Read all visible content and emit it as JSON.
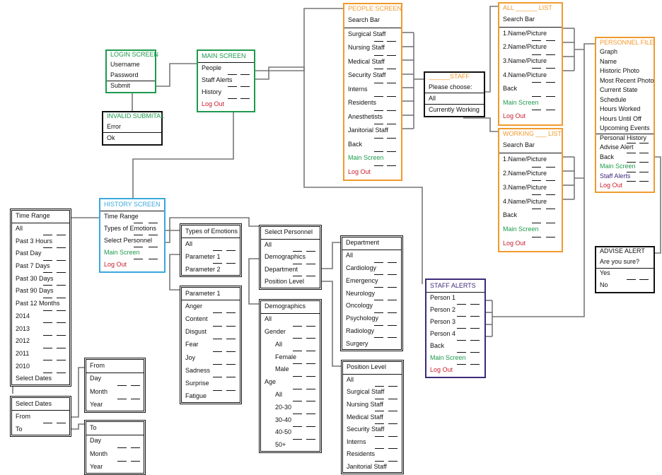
{
  "colors": {
    "green": "#1e9a4d",
    "orange": "#f09a2e",
    "blue": "#3aa8dd",
    "purple": "#3e2a7a",
    "red": "#c8202f",
    "black": "#111111",
    "connector": "#777777"
  },
  "boxes": [
    {
      "id": "login-screen",
      "style": "green",
      "items": [
        {
          "text": "LOGIN SCREEN",
          "role": "title",
          "color": "green"
        },
        {
          "text": "Username"
        },
        {
          "text": "Password",
          "sep": true
        },
        {
          "text": "Submit"
        }
      ]
    },
    {
      "id": "invalid-submital",
      "style": "black",
      "items": [
        {
          "text": "INVALID SUBMITAL",
          "role": "title",
          "color": "green"
        },
        {
          "text": "Error",
          "sep": true
        },
        {
          "text": "Ok"
        }
      ]
    },
    {
      "id": "main-screen",
      "style": "green",
      "items": [
        {
          "text": "MAIN SCREEN",
          "role": "title",
          "color": "green",
          "sep": true
        },
        {
          "text": "People",
          "dashes": 2
        },
        {
          "text": "Staff Alerts",
          "dashes": 2
        },
        {
          "text": "History",
          "dashes": 2
        },
        {
          "text": "Log Out",
          "color": "red"
        }
      ]
    },
    {
      "id": "people-screen",
      "style": "orange",
      "items": [
        {
          "text": "PEOPLE SCREEN",
          "role": "title",
          "color": "orange"
        },
        {
          "text": "Search Bar",
          "sep": true
        },
        {
          "text": "Surgical Staff",
          "dashes": 2
        },
        {
          "text": "Nursing Staff",
          "dashes": 2
        },
        {
          "text": "Medical Staff",
          "dashes": 2
        },
        {
          "text": "Security Staff",
          "dashes": 2
        },
        {
          "text": "Interns",
          "dashes": 2
        },
        {
          "text": "Residents",
          "dashes": 2
        },
        {
          "text": "Anesthetists",
          "dashes": 2
        },
        {
          "text": "Janitorial Staff",
          "dashes": 2
        },
        {
          "text": "Back",
          "dashes": 2
        },
        {
          "text": "Main Screen",
          "color": "green",
          "dashes": 2
        },
        {
          "text": "Log Out",
          "color": "red"
        }
      ]
    },
    {
      "id": "staff-choose",
      "style": "black",
      "items": [
        {
          "text": "______STAFF",
          "role": "title",
          "color": "orange"
        },
        {
          "text": "Please choose:",
          "sep": true
        },
        {
          "text": "All",
          "sep": true
        },
        {
          "text": "Currently Working"
        }
      ]
    },
    {
      "id": "all-list",
      "style": "orange",
      "items": [
        {
          "text": "ALL ______ LIST",
          "role": "title",
          "color": "orange"
        },
        {
          "text": "Search Bar",
          "sep": true
        },
        {
          "text": "1.Name/Picture",
          "dashes": 2
        },
        {
          "text": "2.Name/Picture",
          "dashes": 2
        },
        {
          "text": "3.Name/Picture",
          "dashes": 2
        },
        {
          "text": "4.Name/Picture",
          "dashes": 2
        },
        {
          "text": "Back",
          "dashes": 2
        },
        {
          "text": "Main Screen",
          "color": "green",
          "dashes": 2
        },
        {
          "text": "Log Out",
          "color": "red"
        }
      ]
    },
    {
      "id": "working-list",
      "style": "orange",
      "items": [
        {
          "text": "WORKING ___ LIST",
          "role": "title",
          "color": "orange"
        },
        {
          "text": "Search Bar",
          "sep": true
        },
        {
          "text": "1.Name/Picture",
          "dashes": 2
        },
        {
          "text": "2.Name/Picture",
          "dashes": 2
        },
        {
          "text": "3.Name/Picture",
          "dashes": 2
        },
        {
          "text": "4.Name/Picture",
          "dashes": 2
        },
        {
          "text": "Back",
          "dashes": 2
        },
        {
          "text": "Main Screen",
          "color": "green",
          "dashes": 2
        },
        {
          "text": "Log Out",
          "color": "red"
        }
      ]
    },
    {
      "id": "personnel-file",
      "style": "orange",
      "items": [
        {
          "text": "PERSONNEL FILE",
          "role": "title",
          "color": "orange"
        },
        {
          "text": "Graph"
        },
        {
          "text": "Name"
        },
        {
          "text": "Historic Photo"
        },
        {
          "text": "Most Recent Photo"
        },
        {
          "text": "Current State"
        },
        {
          "text": "Schedule"
        },
        {
          "text": "Hours Worked"
        },
        {
          "text": "Hours Until Off"
        },
        {
          "text": "Upcoming Events",
          "sep": true
        },
        {
          "text": "Personal History",
          "dashes": 2
        },
        {
          "text": "Advise Alert",
          "dashes": 2
        },
        {
          "text": "Back",
          "dashes": 2
        },
        {
          "text": "Main Screen",
          "color": "green",
          "dashes": 2
        },
        {
          "text": "Staff Alerts",
          "color": "purple",
          "dashes": 2
        },
        {
          "text": "Log Out",
          "color": "red"
        }
      ]
    },
    {
      "id": "advise-alert",
      "style": "black",
      "items": [
        {
          "text": "ADVISE ALERT",
          "role": "title"
        },
        {
          "text": "Are you sure?",
          "sep": true
        },
        {
          "text": "Yes",
          "dashes": 2
        },
        {
          "text": "No"
        }
      ]
    },
    {
      "id": "staff-alerts",
      "style": "purple",
      "items": [
        {
          "text": "STAFF ALERTS",
          "role": "title",
          "color": "purple",
          "sep": true
        },
        {
          "text": "Person 1",
          "dashes": 2
        },
        {
          "text": "Person 2",
          "dashes": 2
        },
        {
          "text": "Person 3",
          "dashes": 2
        },
        {
          "text": "Person 4",
          "dashes": 2
        },
        {
          "text": "Back",
          "dashes": 2
        },
        {
          "text": "Main Screen",
          "color": "green",
          "dashes": 2
        },
        {
          "text": "Log Out",
          "color": "red"
        }
      ]
    },
    {
      "id": "history-screen",
      "style": "blue",
      "items": [
        {
          "text": "HISTORY SCREEN",
          "role": "title",
          "color": "blue",
          "sep": true
        },
        {
          "text": "Time Range",
          "dashes": 2
        },
        {
          "text": "Types of Emotions",
          "dashes": 2
        },
        {
          "text": "Select Personnel",
          "dashes": 2
        },
        {
          "text": "Main Screen",
          "color": "green",
          "dashes": 2
        },
        {
          "text": "Log Out",
          "color": "red"
        }
      ]
    },
    {
      "id": "time-range",
      "style": "double",
      "items": [
        {
          "text": "Time Range",
          "sep": true
        },
        {
          "text": "All",
          "dashes": 2
        },
        {
          "text": "Past 3 Hours",
          "dashes": 2
        },
        {
          "text": "Past Day",
          "dashes": 2
        },
        {
          "text": "Past 7 Days",
          "dashes": 2
        },
        {
          "text": "Past 30 Days",
          "dashes": 2
        },
        {
          "text": "Past 90 Days",
          "dashes": 2
        },
        {
          "text": "Past 12 Months",
          "dashes": 2
        },
        {
          "text": "2014",
          "dashes": 2
        },
        {
          "text": "2013",
          "dashes": 2
        },
        {
          "text": "2012",
          "dashes": 2
        },
        {
          "text": "2011",
          "dashes": 2
        },
        {
          "text": "2010",
          "dashes": 2
        },
        {
          "text": "Select Dates"
        }
      ]
    },
    {
      "id": "select-dates",
      "style": "double",
      "items": [
        {
          "text": "Select Dates",
          "sep": true
        },
        {
          "text": "From",
          "dashes": 2
        },
        {
          "text": "To"
        }
      ]
    },
    {
      "id": "from-box",
      "style": "double",
      "items": [
        {
          "text": "From",
          "sep": true
        },
        {
          "text": "Day",
          "dashes": 2
        },
        {
          "text": "Month",
          "dashes": 2
        },
        {
          "text": "Year"
        }
      ]
    },
    {
      "id": "to-box",
      "style": "double",
      "items": [
        {
          "text": "To",
          "sep": true
        },
        {
          "text": "Day",
          "dashes": 2
        },
        {
          "text": "Month",
          "dashes": 2
        },
        {
          "text": "Year"
        }
      ]
    },
    {
      "id": "types-of-emotions",
      "style": "double",
      "items": [
        {
          "text": "Types of Emotions",
          "sep": true
        },
        {
          "text": "All",
          "dashes": 2
        },
        {
          "text": "Parameter 1",
          "dashes": 2
        },
        {
          "text": "Parameter 2"
        }
      ]
    },
    {
      "id": "parameter-1",
      "style": "double",
      "items": [
        {
          "text": "Parameter 1",
          "sep": true
        },
        {
          "text": "Anger",
          "dashes": 2
        },
        {
          "text": "Content",
          "dashes": 2
        },
        {
          "text": "Disgust",
          "dashes": 2
        },
        {
          "text": "Fear",
          "dashes": 2
        },
        {
          "text": "Joy",
          "dashes": 2
        },
        {
          "text": "Sadness",
          "dashes": 2
        },
        {
          "text": "Surprise",
          "dashes": 2
        },
        {
          "text": "Fatigue"
        }
      ]
    },
    {
      "id": "select-personnel",
      "style": "double",
      "items": [
        {
          "text": "Select Personnel",
          "sep": true
        },
        {
          "text": "All",
          "dashes": 2
        },
        {
          "text": "Demographics",
          "dashes": 2
        },
        {
          "text": "Department",
          "dashes": 2
        },
        {
          "text": "Position Level"
        }
      ]
    },
    {
      "id": "demographics",
      "style": "double",
      "items": [
        {
          "text": "Demographics",
          "sep": true
        },
        {
          "text": "All",
          "dashes": 2
        },
        {
          "text": "Gender",
          "dashes": 2
        },
        {
          "text": "All",
          "indent": true,
          "dashes": 2
        },
        {
          "text": "Female",
          "indent": true,
          "dashes": 2
        },
        {
          "text": "Male",
          "indent": true,
          "dashes": 2
        },
        {
          "text": "Age",
          "dashes": 2
        },
        {
          "text": "All",
          "indent": true,
          "dashes": 2
        },
        {
          "text": "20-30",
          "indent": true,
          "dashes": 2
        },
        {
          "text": "30-40",
          "indent": true,
          "dashes": 2
        },
        {
          "text": "40-50",
          "indent": true,
          "dashes": 2
        },
        {
          "text": "50+",
          "indent": true
        }
      ]
    },
    {
      "id": "department",
      "style": "double",
      "items": [
        {
          "text": "Department",
          "sep": true
        },
        {
          "text": "All",
          "dashes": 2
        },
        {
          "text": "Cardiology",
          "dashes": 2
        },
        {
          "text": "Emergency",
          "dashes": 2
        },
        {
          "text": "Neurology",
          "dashes": 2
        },
        {
          "text": "Oncology",
          "dashes": 2
        },
        {
          "text": "Psychology",
          "dashes": 2
        },
        {
          "text": "Radiology",
          "dashes": 2
        },
        {
          "text": "Surgery"
        }
      ]
    },
    {
      "id": "position-level",
      "style": "double",
      "items": [
        {
          "text": "Position Level",
          "sep": true
        },
        {
          "text": "All",
          "dashes": 2
        },
        {
          "text": "Surgical Staff",
          "dashes": 2
        },
        {
          "text": "Nursing Staff",
          "dashes": 2
        },
        {
          "text": "Medical Staff",
          "dashes": 2
        },
        {
          "text": "Security Staff",
          "dashes": 2
        },
        {
          "text": "Interns",
          "dashes": 2
        },
        {
          "text": "Residents",
          "dashes": 2
        },
        {
          "text": "Janitorial Staff"
        }
      ]
    }
  ]
}
